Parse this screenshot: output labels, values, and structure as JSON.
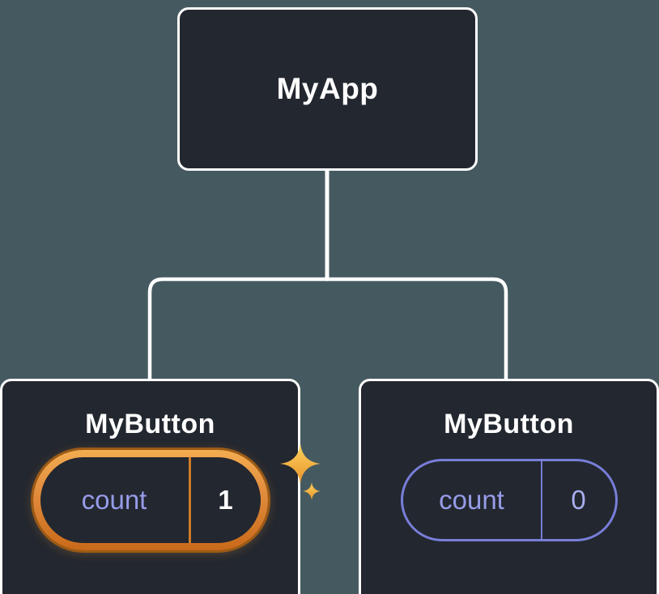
{
  "colors": {
    "background": "#455A60",
    "node_fill": "#23272F",
    "node_border": "#FFFFFF",
    "connector": "#FFFFFF",
    "state_text_purple": "#969CE8",
    "pill_outline_purple": "#787ED9",
    "highlight_orange": "#E08A3C",
    "sparkle_gold": "#F7C04A",
    "value_white": "#FFFFFF"
  },
  "tree": {
    "root": {
      "label": "MyApp"
    },
    "children": [
      {
        "label": "MyButton",
        "highlighted": true,
        "state": {
          "key": "count",
          "value": "1"
        }
      },
      {
        "label": "MyButton",
        "highlighted": false,
        "state": {
          "key": "count",
          "value": "0"
        }
      }
    ]
  }
}
